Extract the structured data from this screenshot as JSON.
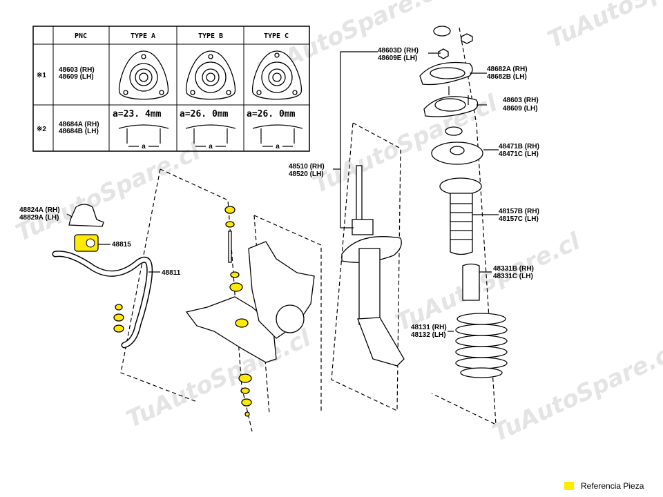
{
  "watermark": "TuAutoSpare.cl",
  "table": {
    "headers": [
      "PNC",
      "TYPE  A",
      "TYPE  B",
      "TYPE  C"
    ],
    "rows": [
      {
        "mark": "※1",
        "pnc": [
          "48603 (RH)",
          "48609 (LH)"
        ],
        "values": [
          "",
          "",
          ""
        ]
      },
      {
        "mark": "※2",
        "pnc": [
          "48684A (RH)",
          "48684B (LH)"
        ],
        "values": [
          "a=23. 4mm",
          "a=26. 0mm",
          "a=26. 0mm"
        ],
        "dim_symbol": "a"
      }
    ]
  },
  "labels": {
    "l48603D": [
      "48603D (RH)",
      "48609E (LH)"
    ],
    "l48682": [
      "48682A (RH)",
      "48682B (LH)"
    ],
    "l48603": [
      "48603 (RH)",
      "48609 (LH)"
    ],
    "l48471": [
      "48471B (RH)",
      "48471C (LH)"
    ],
    "l48510": [
      "48510 (RH)",
      "48520 (LH)"
    ],
    "l48157": [
      "48157B (RH)",
      "48157C (LH)"
    ],
    "l48331": [
      "48331B (RH)",
      "48331C (LH)"
    ],
    "l48131": [
      "48131 (RH)",
      "48132 (LH)"
    ],
    "l48824": [
      "48824A (RH)",
      "48829A (LH)"
    ],
    "l48815": "48815",
    "l48811": "48811"
  },
  "legend": {
    "label": "Referencia Pieza",
    "color": "#ffeb00"
  }
}
